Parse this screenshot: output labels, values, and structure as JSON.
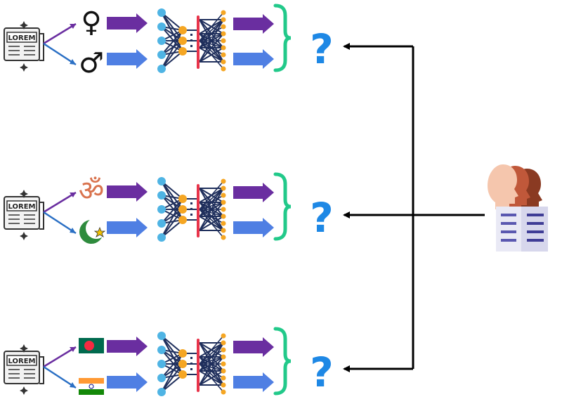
{
  "document_label": "LOREM",
  "unknown_mark": "?",
  "rows": [
    {
      "attribute": "gender",
      "group_a": {
        "icon": "female-sign-icon",
        "glyph": "♀"
      },
      "group_b": {
        "icon": "male-sign-icon",
        "glyph": "♂"
      }
    },
    {
      "attribute": "religion",
      "group_a": {
        "icon": "om-symbol-icon",
        "glyph": "ॐ"
      },
      "group_b": {
        "icon": "crescent-star-icon",
        "glyph": ""
      }
    },
    {
      "attribute": "nationality",
      "group_a": {
        "icon": "bangladesh-flag-icon",
        "glyph": ""
      },
      "group_b": {
        "icon": "india-flag-icon",
        "glyph": ""
      }
    }
  ],
  "annotators_icon": "human-annotators-icon",
  "colors": {
    "purple_arrow": "#6a2ea0",
    "blue_arrow": "#4f7fe3",
    "brace": "#22c98a",
    "question": "#1e88e5",
    "net_node_blue": "#4fb4e4",
    "net_node_orange": "#f5a623",
    "net_line": "#1f2f5c",
    "net_bar": "#e8344a",
    "connector": "#000000"
  }
}
